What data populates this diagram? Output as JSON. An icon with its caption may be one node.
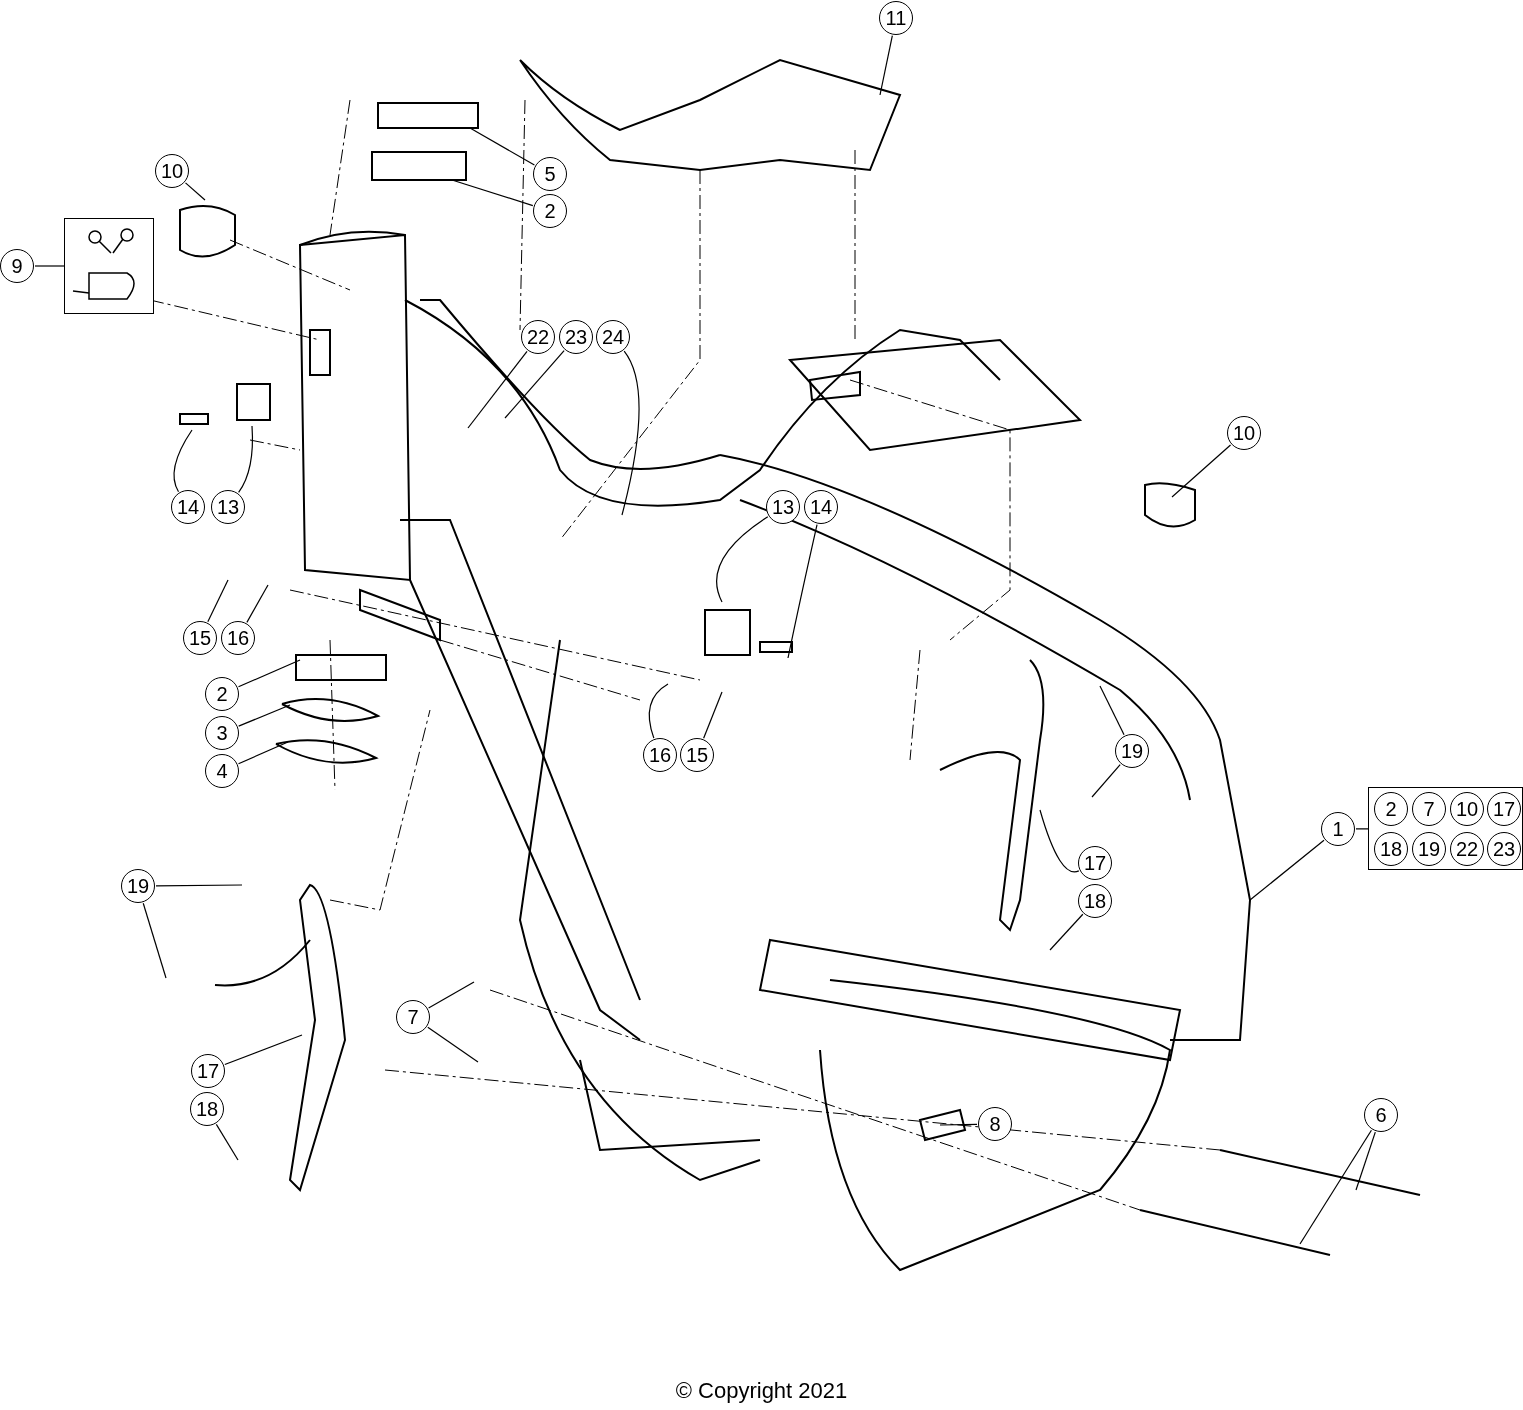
{
  "diagram": {
    "nodes": [
      {
        "text": [
          "11"
        ]
      },
      {
        "text": [
          "5"
        ]
      },
      {
        "text": [
          "10"
        ]
      },
      {
        "text": [
          "2"
        ]
      },
      {
        "text": [],
        "shape": "box"
      },
      {
        "text": [
          "9"
        ]
      },
      {
        "text": [
          "22"
        ]
      },
      {
        "text": [
          "23"
        ]
      },
      {
        "text": [
          "24"
        ]
      },
      {
        "text": [
          "10"
        ]
      },
      {
        "text": [
          "14"
        ]
      },
      {
        "text": [
          "13"
        ]
      },
      {
        "text": [
          "13"
        ]
      },
      {
        "text": [
          "14"
        ]
      },
      {
        "text": [
          "15"
        ]
      },
      {
        "text": [
          "16"
        ]
      },
      {
        "text": [
          "2"
        ]
      },
      {
        "text": [
          "3"
        ]
      },
      {
        "text": [
          "19"
        ]
      },
      {
        "text": [
          "16"
        ]
      },
      {
        "text": [
          "15"
        ]
      },
      {
        "text": [
          "4"
        ]
      },
      {
        "text": [
          "1"
        ]
      },
      {
        "text": [],
        "shape": "box"
      },
      {
        "text": [
          "2"
        ],
        "in": 23
      },
      {
        "text": [
          "7"
        ],
        "in": 23
      },
      {
        "text": [
          "10"
        ],
        "in": 23
      },
      {
        "text": [
          "17"
        ],
        "in": 23
      },
      {
        "text": [
          "18"
        ],
        "in": 23
      },
      {
        "text": [
          "19"
        ],
        "in": 23
      },
      {
        "text": [
          "22"
        ],
        "in": 23
      },
      {
        "text": [
          "23"
        ],
        "in": 23
      },
      {
        "text": [
          "17"
        ]
      },
      {
        "text": [
          "19"
        ]
      },
      {
        "text": [
          "18"
        ]
      },
      {
        "text": [
          "7"
        ]
      },
      {
        "text": [
          "17"
        ]
      },
      {
        "text": [
          "6"
        ]
      },
      {
        "text": [
          "18"
        ]
      },
      {
        "text": [
          "8"
        ]
      }
    ],
    "edges": [
      {
        "from": 0,
        "to": null,
        "arrow": "none"
      },
      {
        "from": 1,
        "to": null,
        "arrow": "none"
      },
      {
        "from": 2,
        "to": null,
        "arrow": "none"
      },
      {
        "from": 3,
        "to": null,
        "arrow": "none"
      },
      {
        "from": 5,
        "to": 4,
        "arrow": "none"
      },
      {
        "from": 6,
        "to": null,
        "arrow": "none"
      },
      {
        "from": 7,
        "to": null,
        "arrow": "none"
      },
      {
        "from": 8,
        "to": null,
        "arrow": "none"
      },
      {
        "from": 9,
        "to": null,
        "arrow": "none"
      },
      {
        "from": 10,
        "to": null,
        "arrow": "none"
      },
      {
        "from": 11,
        "to": null,
        "arrow": "none"
      },
      {
        "from": 12,
        "to": null,
        "arrow": "none"
      },
      {
        "from": 13,
        "to": null,
        "arrow": "none"
      },
      {
        "from": 14,
        "to": null,
        "arrow": "none"
      },
      {
        "from": 15,
        "to": null,
        "arrow": "none"
      },
      {
        "from": 16,
        "to": null,
        "arrow": "none"
      },
      {
        "from": 17,
        "to": null,
        "arrow": "none"
      },
      {
        "from": 18,
        "to": null,
        "arrow": "none"
      },
      {
        "from": 18,
        "to": null,
        "arrow": "none"
      },
      {
        "from": 19,
        "to": null,
        "arrow": "none"
      },
      {
        "from": 20,
        "to": null,
        "arrow": "none"
      },
      {
        "from": 21,
        "to": null,
        "arrow": "none"
      },
      {
        "from": 22,
        "to": null,
        "arrow": "none"
      },
      {
        "from": 22,
        "to": 23,
        "arrow": "none"
      },
      {
        "from": 32,
        "to": null,
        "arrow": "none"
      },
      {
        "from": 33,
        "to": null,
        "arrow": "none"
      },
      {
        "from": 33,
        "to": null,
        "arrow": "none"
      },
      {
        "from": 34,
        "to": null,
        "arrow": "none"
      },
      {
        "from": 35,
        "to": null,
        "arrow": "none"
      },
      {
        "from": 35,
        "to": null,
        "arrow": "none"
      },
      {
        "from": 36,
        "to": null,
        "arrow": "none"
      },
      {
        "from": 37,
        "to": null,
        "arrow": "none"
      },
      {
        "from": 37,
        "to": null,
        "arrow": "none"
      },
      {
        "from": 38,
        "to": null,
        "arrow": "none"
      },
      {
        "from": 39,
        "to": null,
        "arrow": "none"
      }
    ],
    "labels": [
      "© Copyright 2021"
    ]
  }
}
